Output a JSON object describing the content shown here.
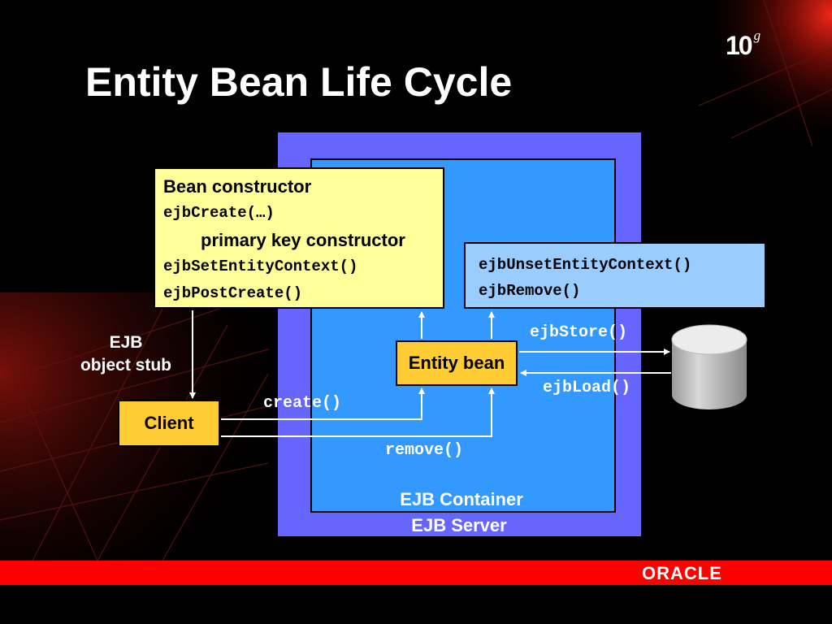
{
  "slide": {
    "title": "Entity Bean Life Cycle",
    "version_logo": "10",
    "version_logo_sup": "g"
  },
  "diagram": {
    "create_box": {
      "line1": "Bean constructor",
      "line2": "ejbCreate(…)",
      "line3": "primary key constructor",
      "line4": "ejbSetEntityContext()",
      "line5": "ejbPostCreate()"
    },
    "remove_box": {
      "line1": "ejbUnsetEntityContext()",
      "line2": "ejbRemove()"
    },
    "entity_bean": "Entity bean",
    "client": "Client",
    "stub_label_line1": "EJB",
    "stub_label_line2": "object stub",
    "calls": {
      "create": "create()",
      "remove": "remove()",
      "store": "ejbStore()",
      "load": "ejbLoad()"
    },
    "container_label": "EJB Container",
    "server_label": "EJB Server",
    "database_icon": "database-cylinder"
  },
  "footer": {
    "logo": "ORACLE"
  },
  "colors": {
    "background": "#000000",
    "server": "#6666ff",
    "container": "#3399ff",
    "create_box": "#ffff99",
    "remove_box": "#99ccff",
    "component": "#ffcc33",
    "footer_bar": "#ff0000"
  }
}
